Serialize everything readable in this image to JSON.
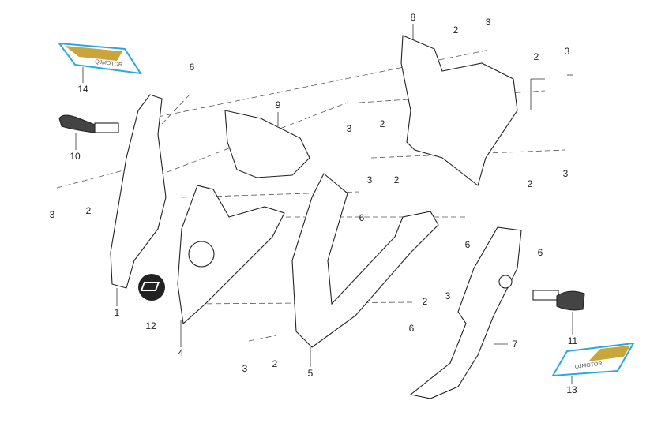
{
  "diagram": {
    "callouts": [
      "14",
      "6",
      "9",
      "8",
      "2",
      "3",
      "2",
      "3",
      "3",
      "2",
      "10",
      "3",
      "2",
      "3",
      "2",
      "2",
      "3",
      "6",
      "6",
      "6",
      "1",
      "12",
      "4",
      "2",
      "3",
      "6",
      "7",
      "11",
      "3",
      "2",
      "5",
      "13"
    ],
    "decal_text": "QJMOTOR",
    "colors": {
      "decal_border": "#29a8e0",
      "decal_gold": "#c9a53a",
      "line": "#222222"
    }
  }
}
